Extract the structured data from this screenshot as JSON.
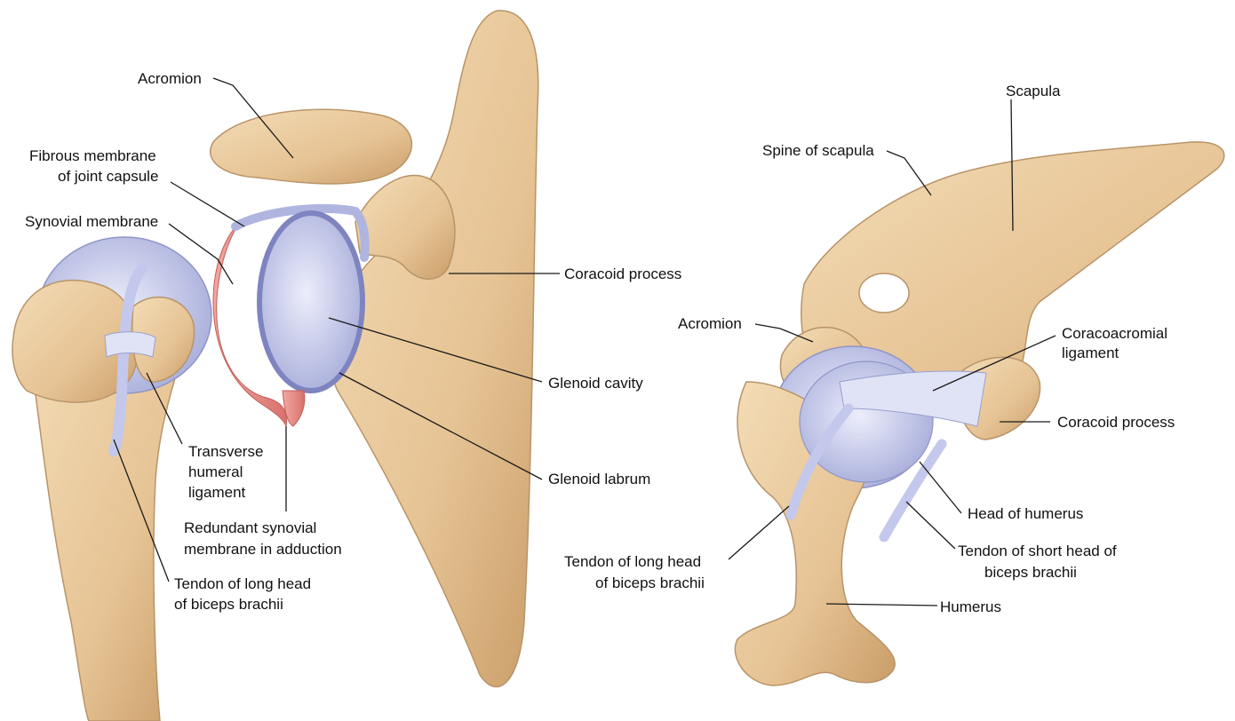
{
  "left_view": {
    "acromion": "Acromion",
    "fibrous_membrane_l1": "Fibrous membrane",
    "fibrous_membrane_l2": "of joint capsule",
    "synovial_membrane": "Synovial membrane",
    "coracoid_process": "Coracoid process",
    "glenoid_cavity": "Glenoid cavity",
    "glenoid_labrum": "Glenoid labrum",
    "transverse_l1": "Transverse",
    "transverse_l2": "humeral",
    "transverse_l3": "ligament",
    "redundant_l1": "Redundant synovial",
    "redundant_l2": "membrane in adduction",
    "tendon_long_l1": "Tendon of long head",
    "tendon_long_l2": "of biceps brachii"
  },
  "right_view": {
    "scapula": "Scapula",
    "spine_of_scapula": "Spine of scapula",
    "acromion": "Acromion",
    "coracoacromial_l1": "Coracoacromial",
    "coracoacromial_l2": "ligament",
    "coracoid_process": "Coracoid process",
    "head_of_humerus": "Head of humerus",
    "tendon_short_l1": "Tendon of short head of",
    "tendon_short_l2": "biceps brachii",
    "tendon_long_l1": "Tendon of long head",
    "tendon_long_l2": "of biceps brachii",
    "humerus": "Humerus"
  },
  "colors": {
    "bone": "#e9c99b",
    "bone_shadow": "#c9a272",
    "cartilage": "#c3c8ec",
    "synovial": "#ec8f8a",
    "ligament": "#dfe3f5"
  }
}
